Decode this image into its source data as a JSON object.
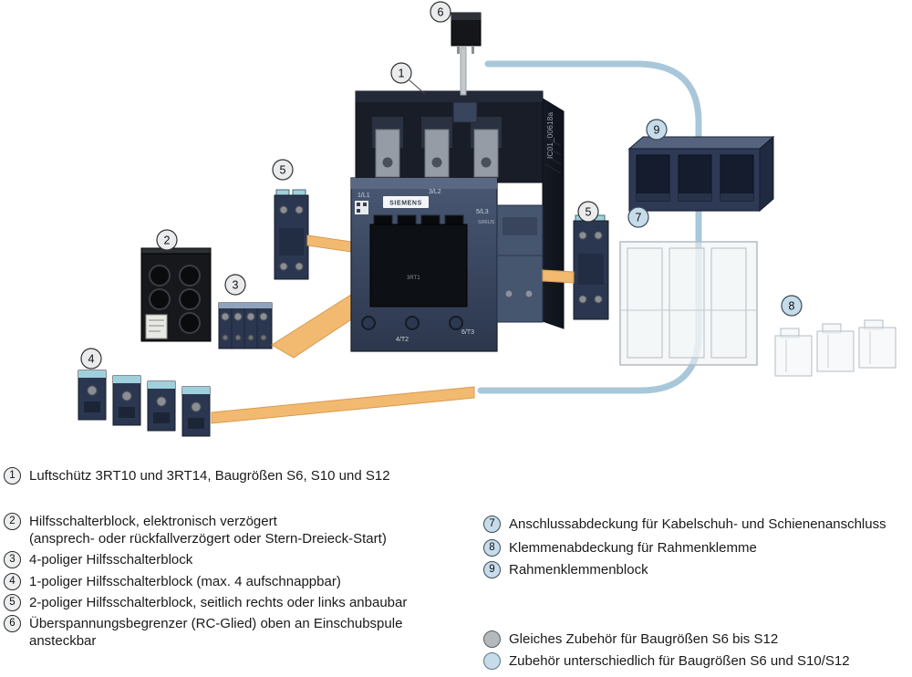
{
  "diagram": {
    "brand_label": "SIEMENS",
    "series_label": "SIRIUS",
    "image_code": "IC01_00618a",
    "terminals": {
      "top_left": "1/L1",
      "top_mid": "3/L2",
      "top_right": "5/L3",
      "block": "3RT1",
      "bottom_mid": "4/T2",
      "bottom_right": "6/T3"
    },
    "callouts": {
      "c1": "1",
      "c2": "2",
      "c3": "3",
      "c4": "4",
      "c5a": "5",
      "c5b": "5",
      "c6": "6",
      "c7": "7",
      "c8": "8",
      "c9": "9"
    },
    "accent_colors": {
      "callout_gray": "#e9ebec",
      "callout_blue": "#c7dcea",
      "note_gray": "#b4b9bd",
      "tube_blue": "#a9c7da",
      "ribbon_tan": "#f2ba70",
      "contactor_body": "#3c4962"
    }
  },
  "legend": {
    "left": [
      {
        "num": "1",
        "line1": "Luftschütz 3RT10 und 3RT14, Baugrößen S6, S10 und S12"
      },
      {
        "num": "2",
        "line1": "Hilfsschalterblock, elektronisch verzögert",
        "line2": "(ansprech- oder rückfallverzögert oder Stern-Dreieck-Start)"
      },
      {
        "num": "3",
        "line1": "4-poliger Hilfsschalterblock"
      },
      {
        "num": "4",
        "line1": "1-poliger Hilfsschalterblock (max. 4 aufschnappbar)"
      },
      {
        "num": "5",
        "line1": "2-poliger Hilfsschalterblock, seitlich rechts oder links anbaubar"
      },
      {
        "num": "6",
        "line1": "Überspannungsbegrenzer (RC-Glied) oben an Einschubspule",
        "line2": "ansteckbar"
      }
    ],
    "right": [
      {
        "num": "7",
        "line1": "Anschlussabdeckung für Kabelschuh- und Schienenanschluss"
      },
      {
        "num": "8",
        "line1": "Klemmenabdeckung für Rahmenklemme"
      },
      {
        "num": "9",
        "line1": "Rahmenklemmenblock"
      }
    ],
    "notes": [
      {
        "text": "Gleiches Zubehör für Baugrößen S6 bis S12"
      },
      {
        "text": "Zubehör unterschiedlich für Baugrößen S6 und S10/S12"
      }
    ]
  }
}
